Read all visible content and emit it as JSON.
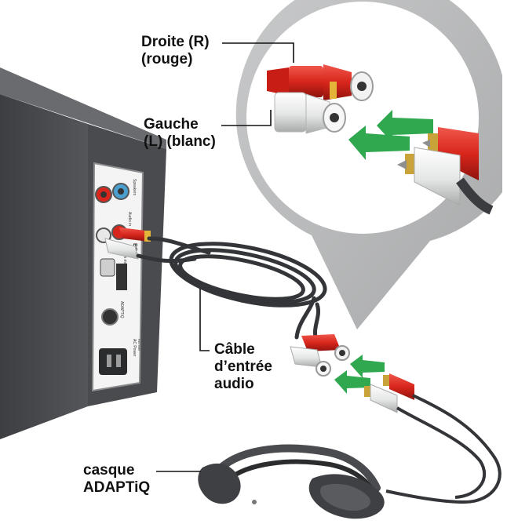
{
  "labels": {
    "right_line1": "Droite (R)",
    "right_line2": "(rouge)",
    "left_line1": "Gauche",
    "left_line2": "(L) (blanc)",
    "cable_line1": "Câble",
    "cable_line2": "d’entrée",
    "cable_line3": "audio",
    "headset_line1": "casque",
    "headset_line2": "ADAPTiQ"
  },
  "panel_labels": {
    "brand": "BOSE",
    "speakers": "Speakers",
    "audio_in": "Audio in",
    "bass_module": "Bass module",
    "adaptiq": "ADAPTiQ",
    "ac_power": "AC Power",
    "ac_power_sub": "RATING"
  },
  "colors": {
    "plug_red": "#d8261c",
    "plug_red_dark": "#8f130d",
    "plug_white": "#e9ebea",
    "plug_gold": "#e4b43a",
    "arrow_green": "#2fa84f",
    "unit_dark": "#4a4b4e",
    "callout_gray": "#b9babb",
    "cable_dark": "#333538"
  }
}
